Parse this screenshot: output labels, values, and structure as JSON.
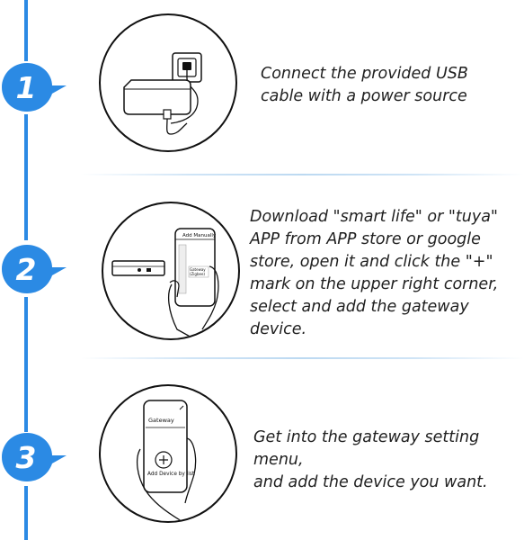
{
  "colors": {
    "accent": "#2b8ae4",
    "text": "#1f1f1f",
    "outline": "#111111"
  },
  "steps": [
    {
      "number": "1",
      "icon": "usb-power-illustration",
      "text": "Connect the provided USB\ncable with a power source"
    },
    {
      "number": "2",
      "icon": "phone-app-illustration",
      "text": "Download \"smart life\" or \"tuya\"\nAPP from APP store or google\nstore, open it and click the \"+\"\nmark on the upper right corner,\nselect and add the gateway device.",
      "phone_header": "Add Manually",
      "phone_tile": "Gateway\n(Zigbee)"
    },
    {
      "number": "3",
      "icon": "gateway-add-device-illustration",
      "text": "Get into the gateway setting menu,\nand add the device you want.",
      "phone_title": "Gateway",
      "phone_button": "Add Device by list"
    }
  ]
}
